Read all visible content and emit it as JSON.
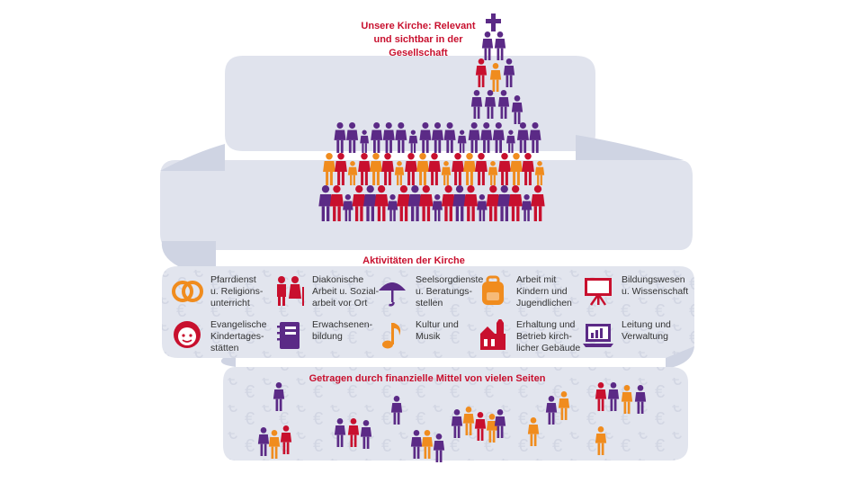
{
  "titles": {
    "church": "Unsere Kirche: Relevant und sichtbar in der Gesellschaft",
    "activities": "Aktivitäten der Kirche",
    "funding": "Getragen durch finanzielle Mittel von vielen Seiten"
  },
  "colors": {
    "red": "#c8102e",
    "purple": "#5b2a86",
    "orange": "#f08c1e",
    "ribbon": "#dfe2ec",
    "ribbon_dark": "#cdd2e2"
  },
  "activities": [
    {
      "icon": "rings-icon",
      "label": "Pfarrdienst\nu. Religions-\nunterricht"
    },
    {
      "icon": "elderly-couple-icon",
      "label": "Diakonische\nArbeit u. Sozial-\narbeit vor Ort"
    },
    {
      "icon": "umbrella-icon",
      "label": "Seelsorgdienste\nu. Beratungs-\nstellen"
    },
    {
      "icon": "backpack-icon",
      "label": "Arbeit mit\nKindern und\nJugendlichen"
    },
    {
      "icon": "presentation-board-icon",
      "label": "Bildungswesen\nu. Wissenschaft"
    },
    {
      "icon": "girl-face-icon",
      "label": "Evangelische\nKindertages-\nstätten"
    },
    {
      "icon": "notebook-icon",
      "label": "Erwachsenen-\nbildung"
    },
    {
      "icon": "music-note-icon",
      "label": "Kultur und\nMusik"
    },
    {
      "icon": "church-building-icon",
      "label": "Erhaltung und\nBetrieb kirch-\nlicher Gebäude"
    },
    {
      "icon": "laptop-chart-icon",
      "label": "Leitung und\nVerwaltung"
    }
  ]
}
